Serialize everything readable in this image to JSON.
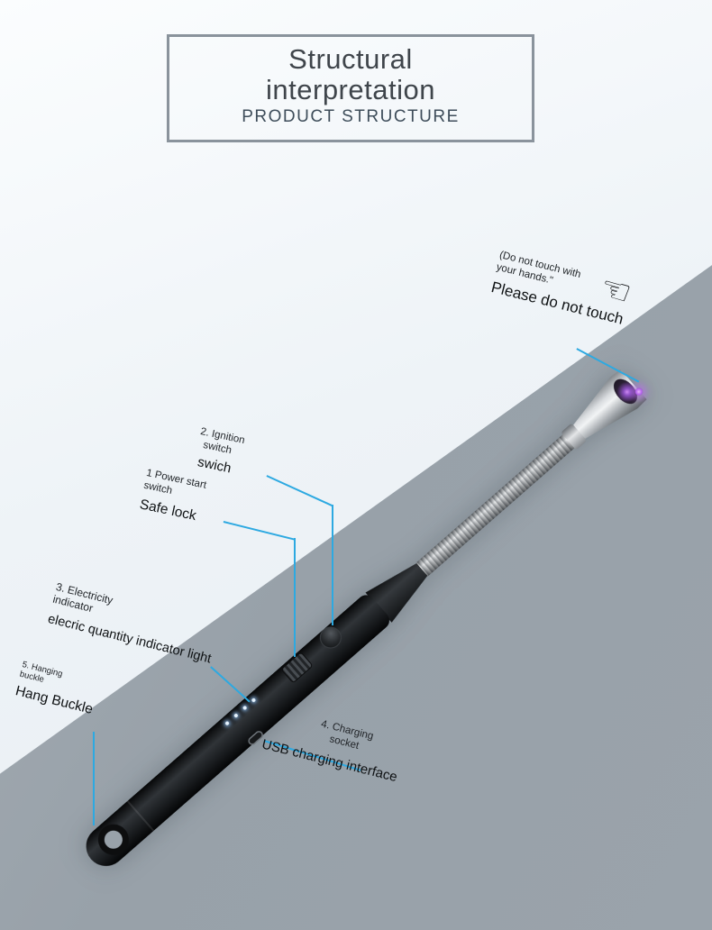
{
  "title": {
    "line1": "Structural",
    "line2": "interpretation",
    "subtitle": "PRODUCT STRUCTURE"
  },
  "labels": {
    "warning": {
      "caption_line1": "(Do not touch with",
      "caption_line2": "your hands.\"",
      "main": "Please do not touch"
    },
    "ignition": {
      "caption_line1": "2. Ignition",
      "caption_line2": "switch",
      "main": "swich"
    },
    "power_start": {
      "caption_line1": "1 Power start",
      "caption_line2": "switch",
      "main": "Safe lock"
    },
    "electricity": {
      "caption_line1": "3. Electricity",
      "caption_line2": "indicator",
      "main": "elecric quantity indicator light"
    },
    "hanging": {
      "caption_line1": "5. Hanging",
      "caption_line2": "buckle",
      "main": "Hang Buckle"
    },
    "charging": {
      "caption_line1": "4. Charging",
      "caption_line2": "socket",
      "main": "USB charging interface"
    }
  },
  "icons": {
    "pointing_hand": "☜"
  },
  "colors": {
    "leader_line": "#2da9e1",
    "diagonal_band": "#98a1a9",
    "background": "#eef3f7",
    "title_border": "#8a939c",
    "arc_glow": "#b05ce8"
  }
}
